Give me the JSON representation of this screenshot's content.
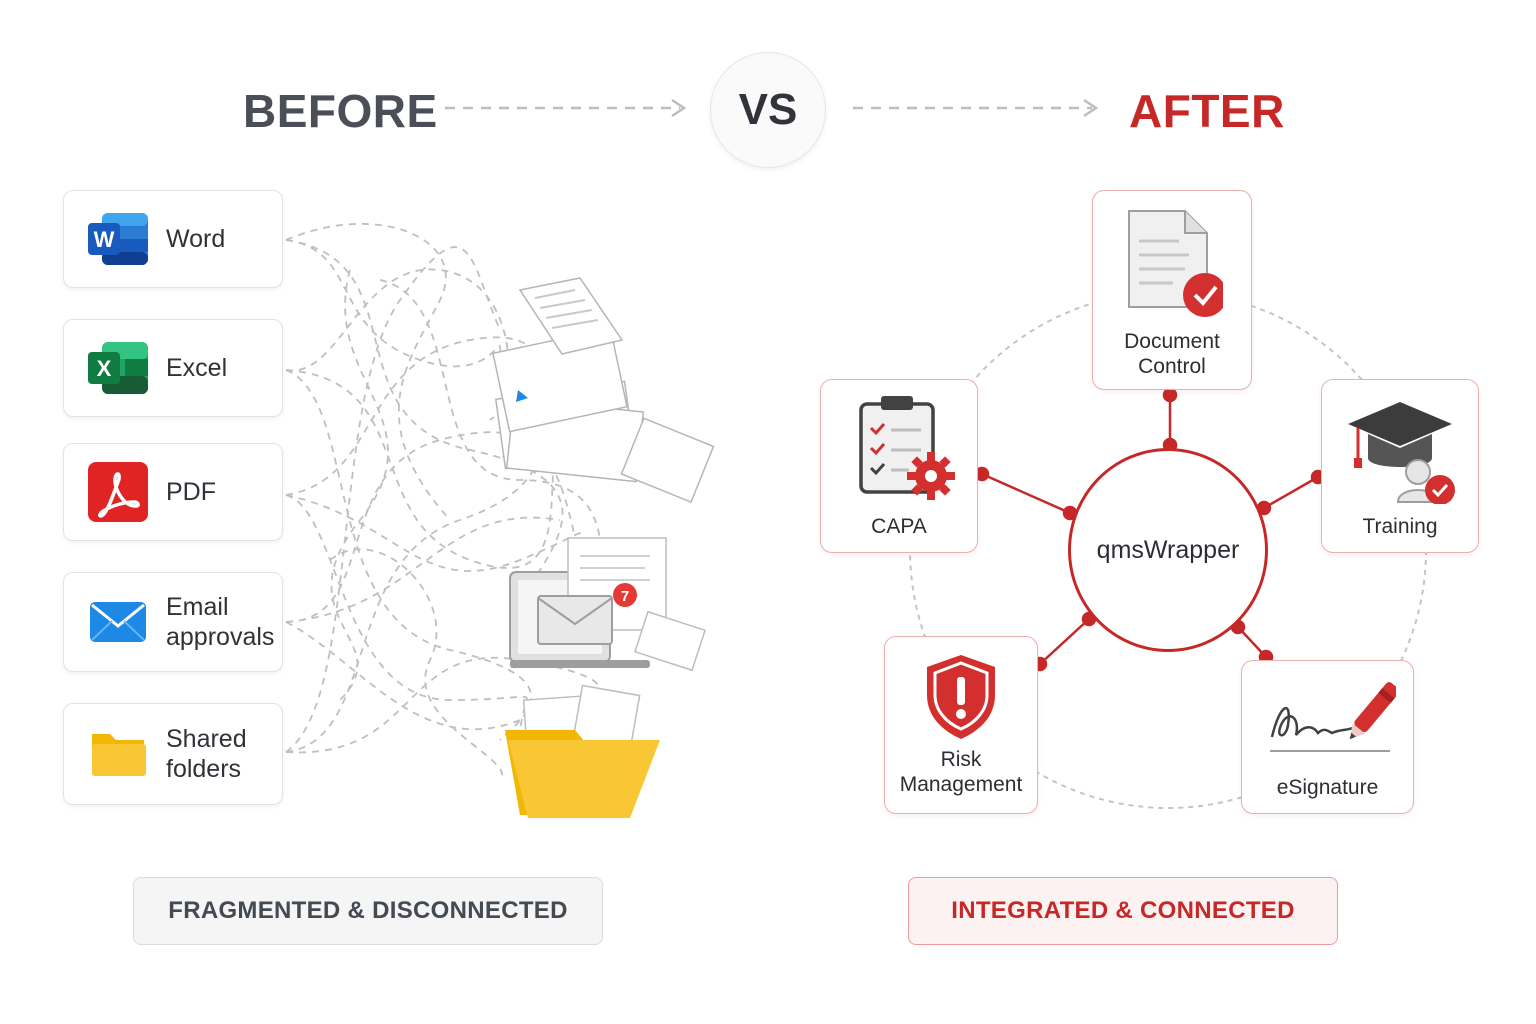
{
  "header": {
    "before": "BEFORE",
    "vs": "VS",
    "after": "AFTER"
  },
  "sources": [
    {
      "label": "Word",
      "icon": "word-icon"
    },
    {
      "label": "Excel",
      "icon": "excel-icon"
    },
    {
      "label": "PDF",
      "icon": "pdf-icon"
    },
    {
      "label": "Email\napprovals",
      "icon": "email-icon"
    },
    {
      "label": "Shared\nfolders",
      "icon": "folder-icon"
    }
  ],
  "hub": {
    "label": "qmsWrapper"
  },
  "modules": {
    "document_control": {
      "label": "Document\nControl",
      "icon": "document-check-icon"
    },
    "capa": {
      "label": "CAPA",
      "icon": "clipboard-gear-icon"
    },
    "training": {
      "label": "Training",
      "icon": "graduation-cap-icon"
    },
    "risk": {
      "label": "Risk\nManagement",
      "icon": "shield-alert-icon"
    },
    "esignature": {
      "label": "eSignature",
      "icon": "signature-pen-icon"
    }
  },
  "email_notification_count": "7",
  "badges": {
    "left": "FRAGMENTED & DISCONNECTED",
    "right": "INTEGRATED & CONNECTED"
  },
  "colors": {
    "accent_red": "#c62828",
    "dark_text": "#2f3237",
    "word_blue": "#185abd",
    "excel_green": "#107c41",
    "pdf_red": "#e02424",
    "email_blue": "#1e88e5",
    "folder_yellow": "#f9c734"
  }
}
